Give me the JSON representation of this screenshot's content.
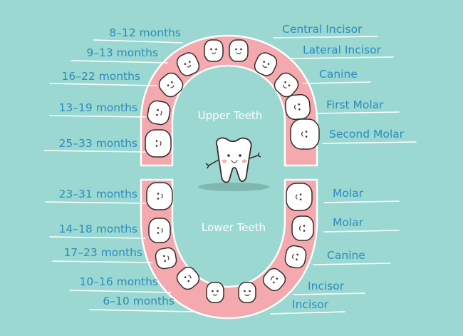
{
  "upper_label": "Upper Teeth",
  "lower_label": "Lower Teeth",
  "upper_left_ages": [
    "8–12 months",
    "9–13 months",
    "16–22 months",
    "13–19 months",
    "25–33 months"
  ],
  "upper_right_types": [
    "Central Incisor",
    "Lateral Incisor",
    "Canine",
    "First Molar",
    "Second Molar"
  ],
  "lower_left_ages": [
    "23–31 months",
    "14–18 months",
    "17–23 months",
    "10–16 months",
    "6–10 months"
  ],
  "lower_right_types": [
    "Molar",
    "Molar",
    "Canine",
    "Incisor",
    "Incisor"
  ],
  "colors": {
    "background": "#9ad8d1",
    "gum": "#f3a9ad",
    "tooth": "#ffffff",
    "label_text": "#2d8cbc",
    "underline": "#ffffff"
  },
  "mascot_icon": "smiling-tooth-icon"
}
